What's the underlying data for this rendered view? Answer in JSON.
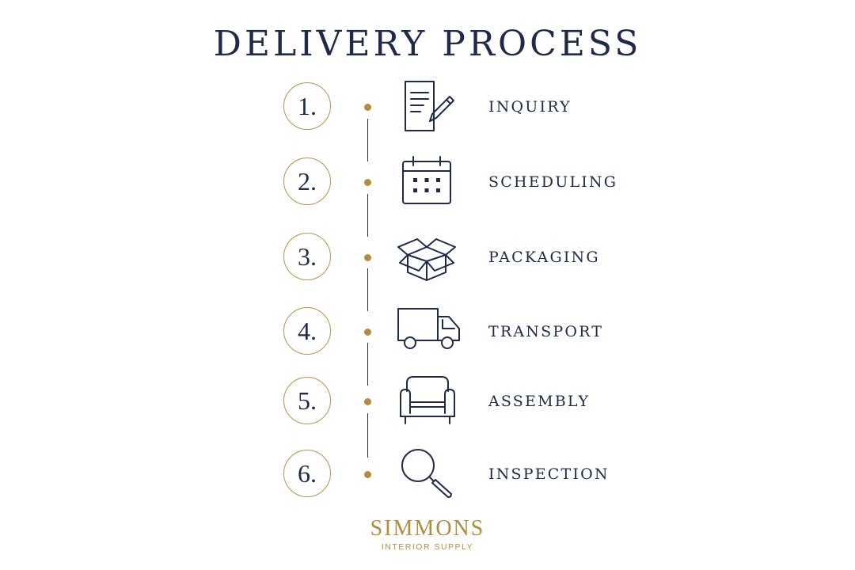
{
  "title": "DELIVERY PROCESS",
  "steps": [
    {
      "number": "1.",
      "label": "INQUIRY",
      "icon": "document-pencil-icon"
    },
    {
      "number": "2.",
      "label": "SCHEDULING",
      "icon": "calendar-icon"
    },
    {
      "number": "3.",
      "label": "PACKAGING",
      "icon": "open-box-icon"
    },
    {
      "number": "4.",
      "label": "TRANSPORT",
      "icon": "truck-icon"
    },
    {
      "number": "5.",
      "label": "ASSEMBLY",
      "icon": "armchair-icon"
    },
    {
      "number": "6.",
      "label": "INSPECTION",
      "icon": "magnifier-icon"
    }
  ],
  "brand": {
    "name": "SIMMONS",
    "tagline": "INTERIOR SUPPLY"
  },
  "colors": {
    "navy": "#1e2a48",
    "gold": "#b08e3e",
    "background": "#ffffff"
  }
}
